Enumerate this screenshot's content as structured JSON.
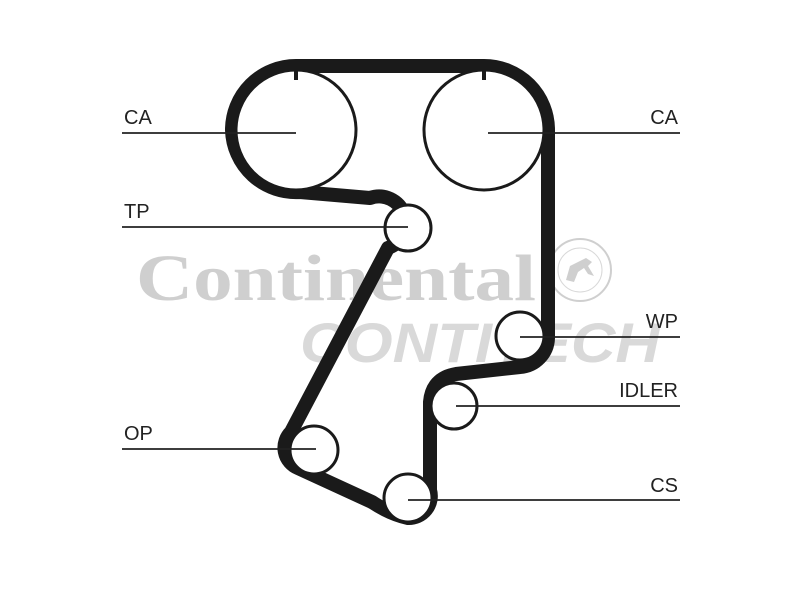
{
  "diagram": {
    "labels": {
      "camshaft_left": "CA",
      "camshaft_right": "CA",
      "tensioner": "TP",
      "water_pump": "WP",
      "idler": "IDLER",
      "oil_pump": "OP",
      "crankshaft": "CS"
    },
    "watermark": {
      "brand": "Continental",
      "sub_brand": "CONTITECH"
    }
  },
  "colors": {
    "belt": "#1a1a1a",
    "pulley": "#1a1a1a",
    "leader_line": "#222222",
    "watermark": "#cfcfcf"
  },
  "icons": {
    "seal": "horse-seal-icon"
  }
}
